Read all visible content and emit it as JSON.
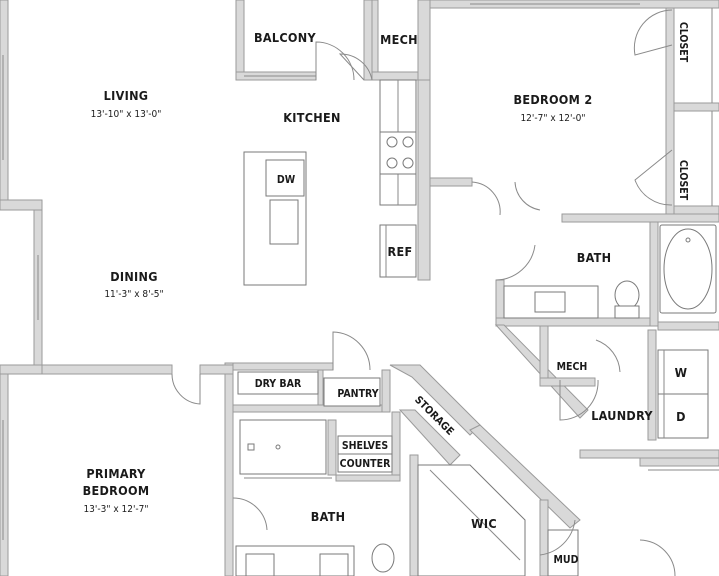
{
  "rooms": {
    "living": {
      "name": "LIVING",
      "size": "13'-10\" x 13'-0\""
    },
    "dining": {
      "name": "DINING",
      "size": "11'-3\" x 8'-5\""
    },
    "kitchen": {
      "name": "KITCHEN"
    },
    "balcony": {
      "name": "BALCONY"
    },
    "mech_top": {
      "name": "MECH"
    },
    "bedroom2": {
      "name": "BEDROOM 2",
      "size": "12'-7\" x 12'-0\""
    },
    "closet_a": {
      "name": "CLOSET"
    },
    "closet_b": {
      "name": "CLOSET"
    },
    "bath2": {
      "name": "BATH"
    },
    "mech_laundry": {
      "name": "MECH"
    },
    "laundry": {
      "name": "LAUNDRY"
    },
    "primary": {
      "name1": "PRIMARY",
      "name2": "BEDROOM",
      "size": "13'-3\" x 12'-7\""
    },
    "bath1": {
      "name": "BATH"
    },
    "wic": {
      "name": "WIC"
    },
    "mud": {
      "name": "MUD"
    }
  },
  "fixtures": {
    "dw": "DW",
    "ref": "REF",
    "dry_bar": "DRY BAR",
    "pantry": "PANTRY",
    "storage": "STORAGE",
    "shelves": "SHELVES",
    "counter": "COUNTER",
    "washer": "W",
    "dryer": "D"
  }
}
